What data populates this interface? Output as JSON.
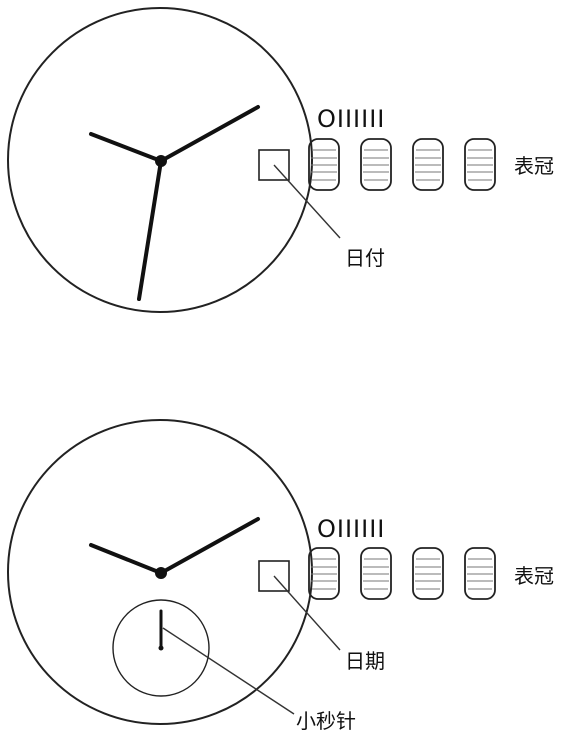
{
  "diagrams": [
    {
      "crown_positions": "OIIIIII",
      "labels": {
        "date_window": "日付",
        "crown": "表冠"
      }
    },
    {
      "crown_positions": "OIIIIII",
      "labels": {
        "date_window": "日期",
        "crown": "表冠",
        "small_seconds": "小秒针"
      }
    }
  ]
}
